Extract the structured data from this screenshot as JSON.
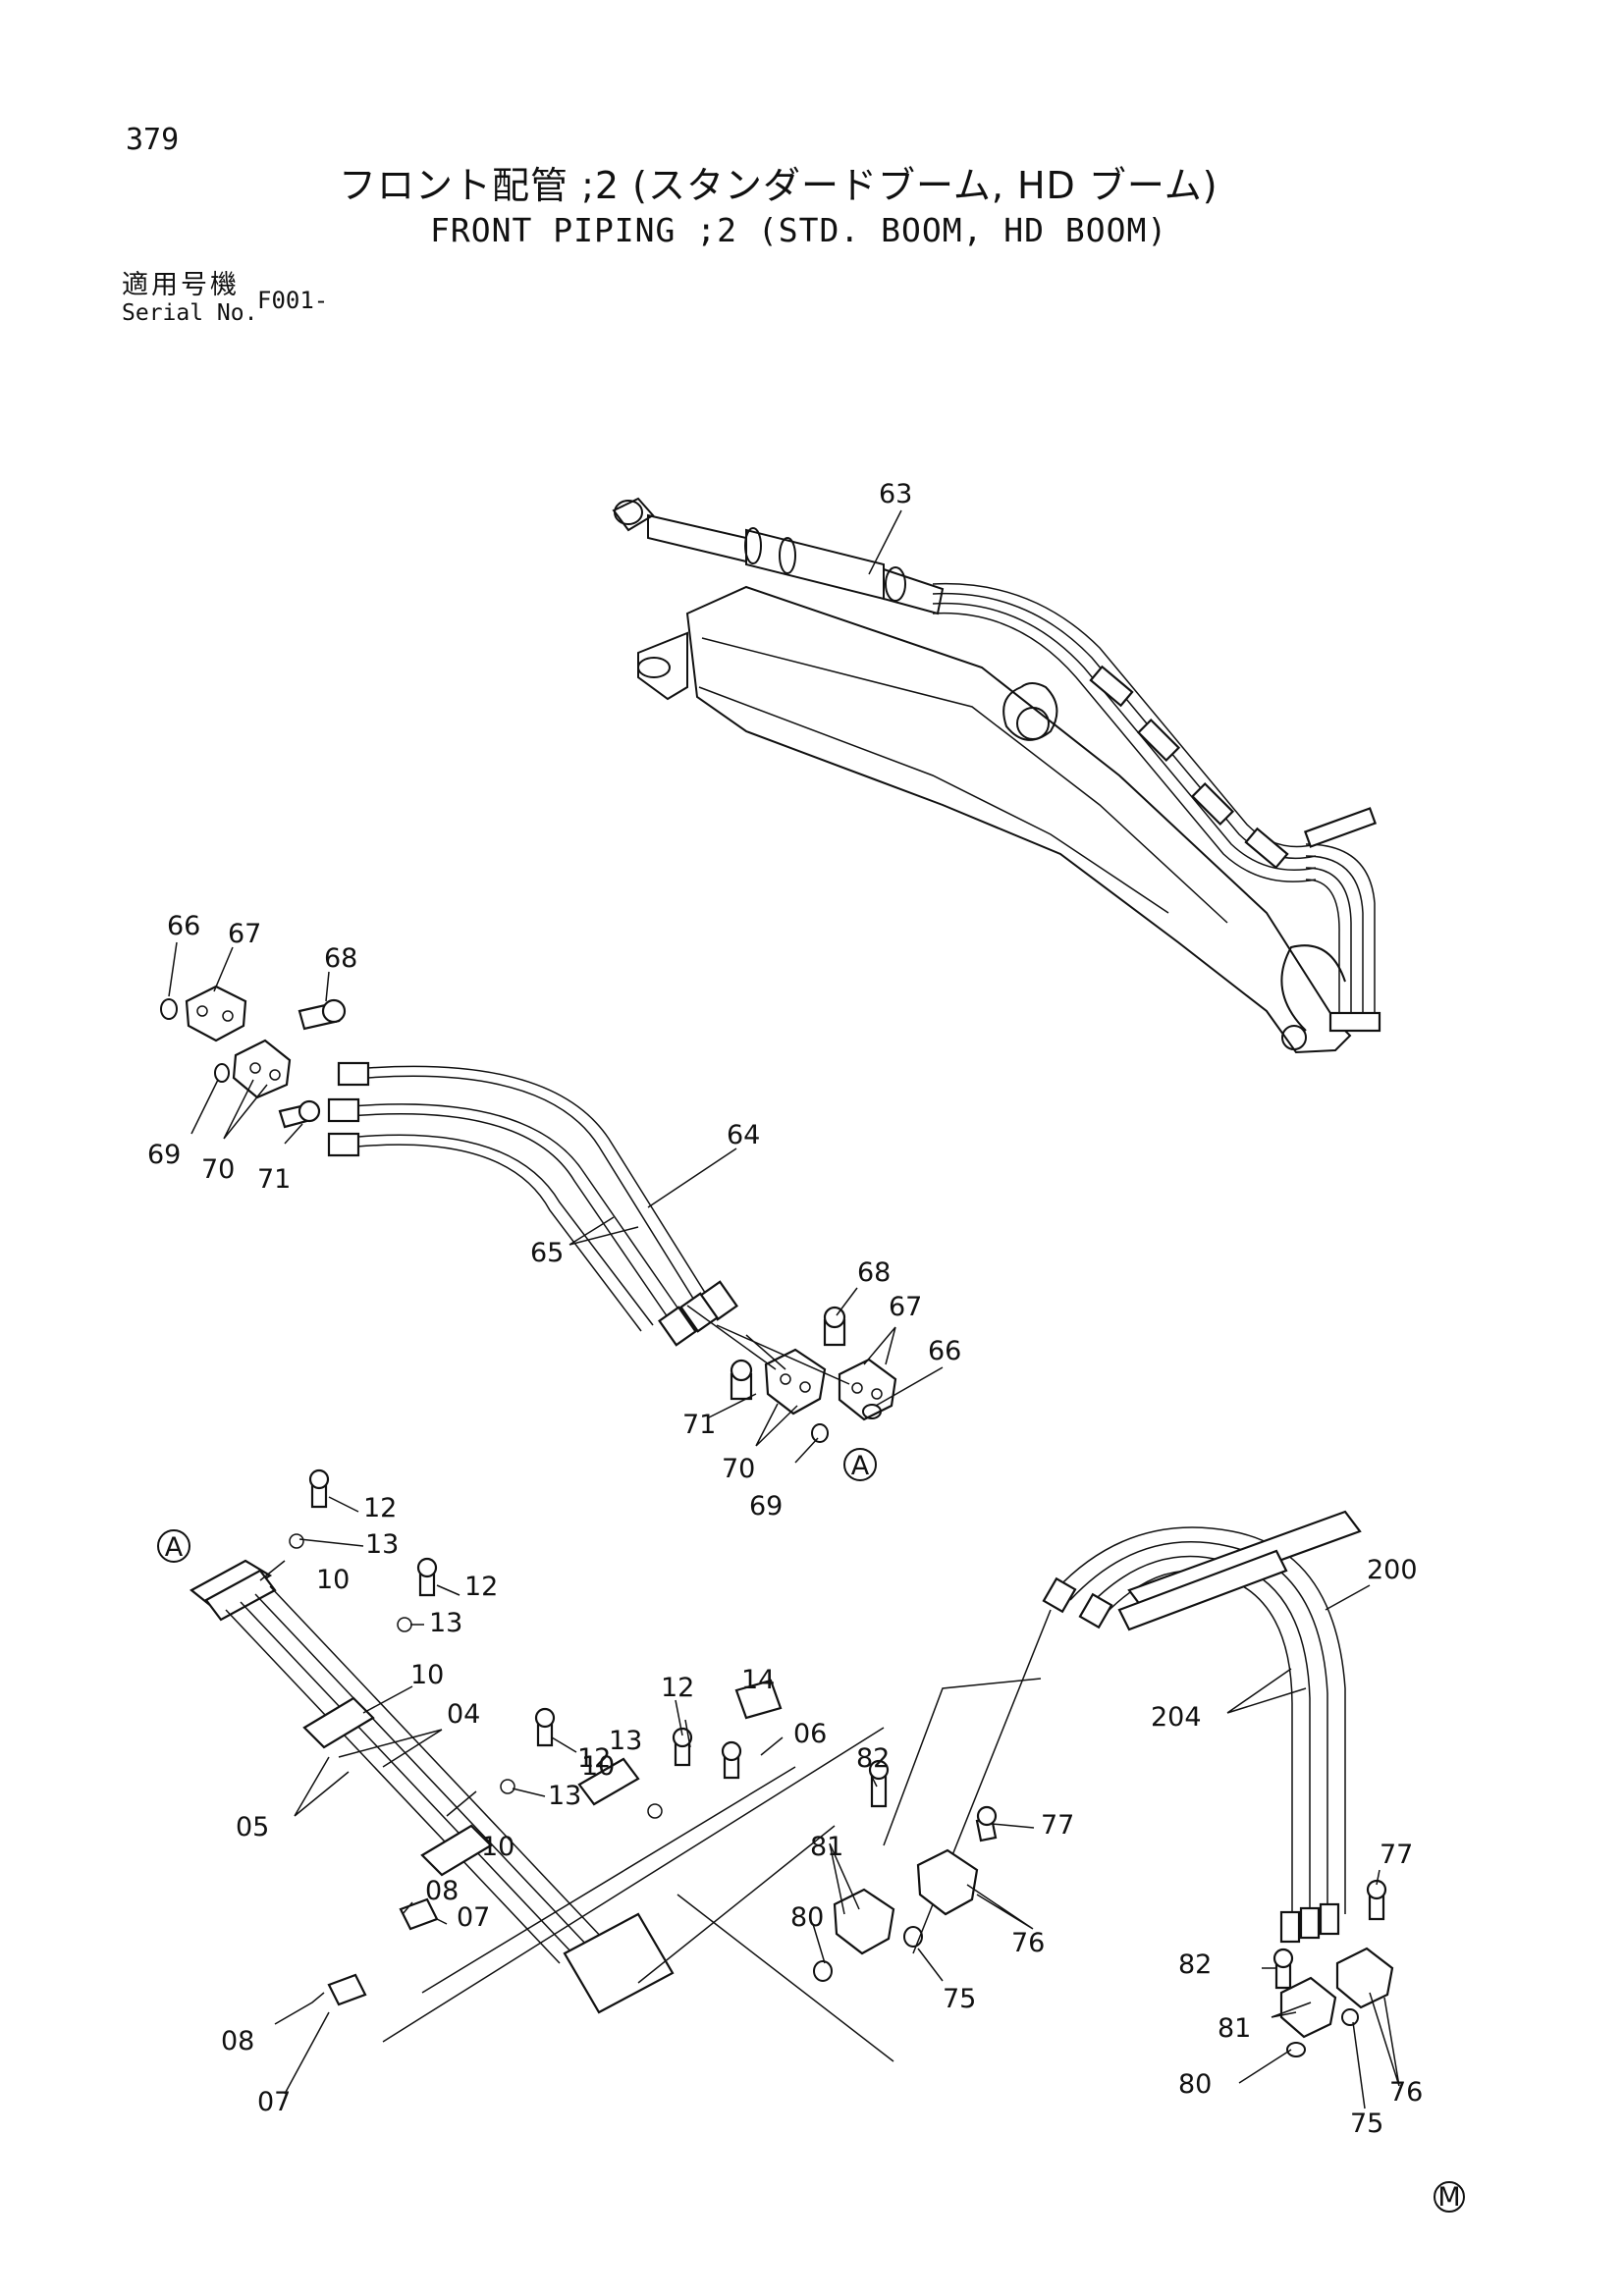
{
  "page": {
    "number": "379",
    "title_ja": "フロント配管 ;2 (スタンダードブーム, HD ブーム)",
    "title_en": "FRONT PIPING ;2 (STD. BOOM, HD BOOM)",
    "serial_label_ja": "適用号機",
    "serial_label_en": "Serial No.",
    "serial_value": "F001-"
  },
  "diagram": {
    "callouts": [
      {
        "id": "c63",
        "text": "63"
      },
      {
        "id": "c66a",
        "text": "66"
      },
      {
        "id": "c67a",
        "text": "67"
      },
      {
        "id": "c68a",
        "text": "68"
      },
      {
        "id": "c69a",
        "text": "69"
      },
      {
        "id": "c70a",
        "text": "70"
      },
      {
        "id": "c71a",
        "text": "71"
      },
      {
        "id": "c64",
        "text": "64"
      },
      {
        "id": "c65",
        "text": "65"
      },
      {
        "id": "c68b",
        "text": "68"
      },
      {
        "id": "c67b",
        "text": "67"
      },
      {
        "id": "c66b",
        "text": "66"
      },
      {
        "id": "c71b",
        "text": "71"
      },
      {
        "id": "c70b",
        "text": "70"
      },
      {
        "id": "c69b",
        "text": "69"
      },
      {
        "id": "c12a",
        "text": "12"
      },
      {
        "id": "c13a",
        "text": "13"
      },
      {
        "id": "c10a",
        "text": "10"
      },
      {
        "id": "c12b",
        "text": "12"
      },
      {
        "id": "c13b",
        "text": "13"
      },
      {
        "id": "c10b",
        "text": "10"
      },
      {
        "id": "c04",
        "text": "04"
      },
      {
        "id": "c05",
        "text": "05"
      },
      {
        "id": "c12c",
        "text": "12"
      },
      {
        "id": "c13c",
        "text": "13"
      },
      {
        "id": "c10c",
        "text": "10"
      },
      {
        "id": "c12d",
        "text": "12"
      },
      {
        "id": "c13d",
        "text": "13"
      },
      {
        "id": "c10d",
        "text": "10"
      },
      {
        "id": "c14",
        "text": "14"
      },
      {
        "id": "c06",
        "text": "06"
      },
      {
        "id": "c08a",
        "text": "08"
      },
      {
        "id": "c07a",
        "text": "07"
      },
      {
        "id": "c08b",
        "text": "08"
      },
      {
        "id": "c07b",
        "text": "07"
      },
      {
        "id": "c82a",
        "text": "82"
      },
      {
        "id": "c81a",
        "text": "81"
      },
      {
        "id": "c80a",
        "text": "80"
      },
      {
        "id": "c77a",
        "text": "77"
      },
      {
        "id": "c76a",
        "text": "76"
      },
      {
        "id": "c75a",
        "text": "75"
      },
      {
        "id": "c200",
        "text": "200"
      },
      {
        "id": "c204",
        "text": "204"
      },
      {
        "id": "c77b",
        "text": "77"
      },
      {
        "id": "c82b",
        "text": "82"
      },
      {
        "id": "c81b",
        "text": "81"
      },
      {
        "id": "c76b",
        "text": "76"
      },
      {
        "id": "c80b",
        "text": "80"
      },
      {
        "id": "c75b",
        "text": "75"
      }
    ],
    "connector_marker": "A",
    "footer_mark": "M"
  }
}
